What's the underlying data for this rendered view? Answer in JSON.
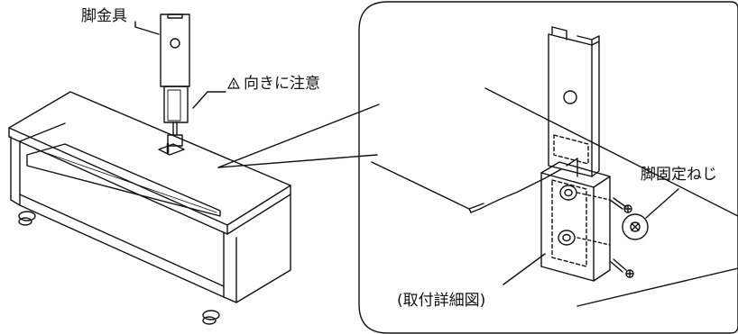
{
  "labels": {
    "leg_bracket": "脚金具",
    "caution_prefix_icon": "warning-triangle-icon",
    "caution": "向きに注意",
    "leg_screw": "脚固定ねじ",
    "detail_view": "(取付詳細図)"
  },
  "colors": {
    "ink": "#111111",
    "background": "#ffffff"
  }
}
